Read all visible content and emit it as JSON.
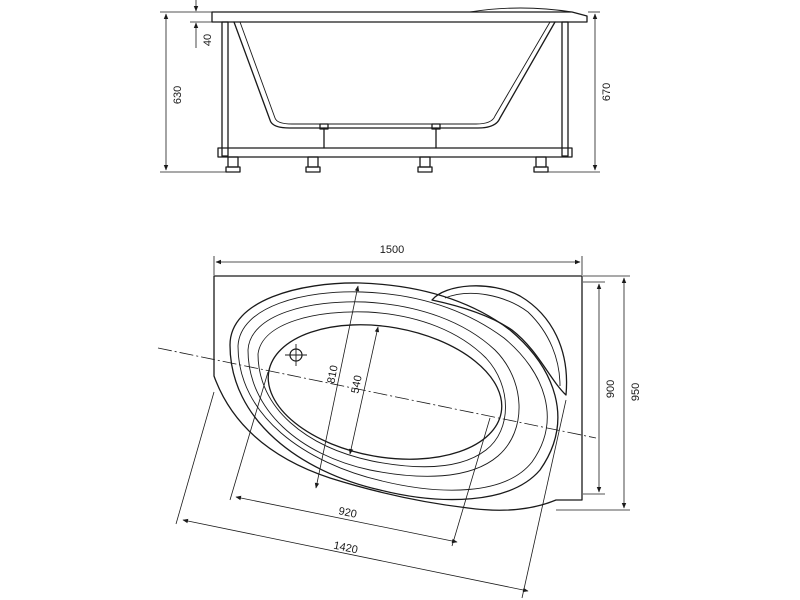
{
  "side_view": {
    "height_inner": "630",
    "height_total": "670",
    "rim": "40"
  },
  "top_view": {
    "length": "1500",
    "width_inner": "900",
    "width_total": "950",
    "bowl_length": "920",
    "diagonal_length": "1420",
    "bowl_width": "810",
    "bottom_width": "540"
  }
}
